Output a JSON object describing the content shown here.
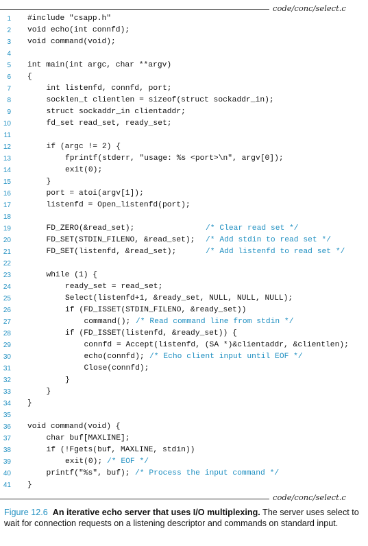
{
  "source_file": "code/conc/select.c",
  "colors": {
    "accent": "#1f8fc1",
    "text": "#111111"
  },
  "lines": [
    {
      "n": "1",
      "indent": 0,
      "code": "#include \"csapp.h\"",
      "comment": ""
    },
    {
      "n": "2",
      "indent": 0,
      "code": "void echo(int connfd);",
      "comment": ""
    },
    {
      "n": "3",
      "indent": 0,
      "code": "void command(void);",
      "comment": ""
    },
    {
      "n": "4",
      "indent": 0,
      "code": "",
      "comment": ""
    },
    {
      "n": "5",
      "indent": 0,
      "code": "int main(int argc, char **argv)",
      "comment": ""
    },
    {
      "n": "6",
      "indent": 0,
      "code": "{",
      "comment": ""
    },
    {
      "n": "7",
      "indent": 1,
      "code": "int listenfd, connfd, port;",
      "comment": ""
    },
    {
      "n": "8",
      "indent": 1,
      "code": "socklen_t clientlen = sizeof(struct sockaddr_in);",
      "comment": ""
    },
    {
      "n": "9",
      "indent": 1,
      "code": "struct sockaddr_in clientaddr;",
      "comment": ""
    },
    {
      "n": "10",
      "indent": 1,
      "code": "fd_set read_set, ready_set;",
      "comment": ""
    },
    {
      "n": "11",
      "indent": 0,
      "code": "",
      "comment": ""
    },
    {
      "n": "12",
      "indent": 1,
      "code": "if (argc != 2) {",
      "comment": ""
    },
    {
      "n": "13",
      "indent": 2,
      "code": "fprintf(stderr, \"usage: %s <port>\\n\", argv[0]);",
      "comment": ""
    },
    {
      "n": "14",
      "indent": 2,
      "code": "exit(0);",
      "comment": ""
    },
    {
      "n": "15",
      "indent": 1,
      "code": "}",
      "comment": ""
    },
    {
      "n": "16",
      "indent": 1,
      "code": "port = atoi(argv[1]);",
      "comment": ""
    },
    {
      "n": "17",
      "indent": 1,
      "code": "listenfd = Open_listenfd(port);",
      "comment": ""
    },
    {
      "n": "18",
      "indent": 0,
      "code": "",
      "comment": ""
    },
    {
      "n": "19",
      "indent": 1,
      "code": "FD_ZERO(&read_set);",
      "comment": "/* Clear read set */",
      "aligned": true
    },
    {
      "n": "20",
      "indent": 1,
      "code": "FD_SET(STDIN_FILENO, &read_set);",
      "comment": "/* Add stdin to read set */",
      "aligned": true
    },
    {
      "n": "21",
      "indent": 1,
      "code": "FD_SET(listenfd, &read_set);",
      "comment": "/* Add listenfd to read set */",
      "aligned": true
    },
    {
      "n": "22",
      "indent": 0,
      "code": "",
      "comment": ""
    },
    {
      "n": "23",
      "indent": 1,
      "code": "while (1) {",
      "comment": ""
    },
    {
      "n": "24",
      "indent": 2,
      "code": "ready_set = read_set;",
      "comment": ""
    },
    {
      "n": "25",
      "indent": 2,
      "code": "Select(listenfd+1, &ready_set, NULL, NULL, NULL);",
      "comment": ""
    },
    {
      "n": "26",
      "indent": 2,
      "code": "if (FD_ISSET(STDIN_FILENO, &ready_set))",
      "comment": ""
    },
    {
      "n": "27",
      "indent": 3,
      "code": "command();",
      "comment": "/* Read command line from stdin */"
    },
    {
      "n": "28",
      "indent": 2,
      "code": "if (FD_ISSET(listenfd, &ready_set)) {",
      "comment": ""
    },
    {
      "n": "29",
      "indent": 3,
      "code": "connfd = Accept(listenfd, (SA *)&clientaddr, &clientlen);",
      "comment": ""
    },
    {
      "n": "30",
      "indent": 3,
      "code": "echo(connfd);",
      "comment": "/* Echo client input until EOF */"
    },
    {
      "n": "31",
      "indent": 3,
      "code": "Close(connfd);",
      "comment": ""
    },
    {
      "n": "32",
      "indent": 2,
      "code": "}",
      "comment": ""
    },
    {
      "n": "33",
      "indent": 1,
      "code": "}",
      "comment": ""
    },
    {
      "n": "34",
      "indent": 0,
      "code": "}",
      "comment": ""
    },
    {
      "n": "35",
      "indent": 0,
      "code": "",
      "comment": ""
    },
    {
      "n": "36",
      "indent": 0,
      "code": "void command(void) {",
      "comment": ""
    },
    {
      "n": "37",
      "indent": 1,
      "code": "char buf[MAXLINE];",
      "comment": ""
    },
    {
      "n": "38",
      "indent": 1,
      "code": "if (!Fgets(buf, MAXLINE, stdin))",
      "comment": ""
    },
    {
      "n": "39",
      "indent": 2,
      "code": "exit(0);",
      "comment": "/* EOF */"
    },
    {
      "n": "40",
      "indent": 1,
      "code": "printf(\"%s\", buf);",
      "comment": "/* Process the input command */"
    },
    {
      "n": "41",
      "indent": 0,
      "code": "}",
      "comment": ""
    }
  ],
  "caption": {
    "figure_number": "Figure 12.6",
    "title": "An iterative echo server that uses I/O multiplexing.",
    "text": "The server uses select to wait for connection requests on a listening descriptor and commands on standard input."
  }
}
